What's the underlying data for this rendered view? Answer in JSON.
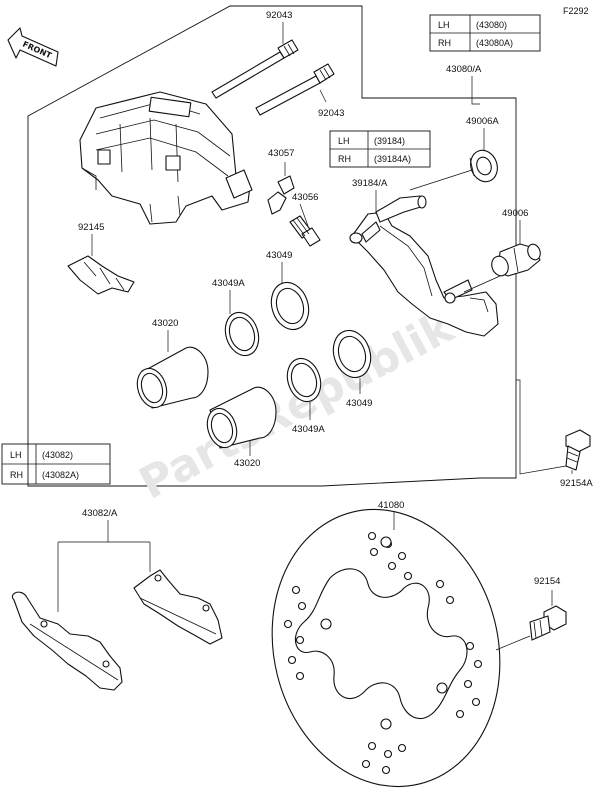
{
  "figure_code": "F2292",
  "front_marker": "FRONT",
  "watermark": "PartsRepublik",
  "tables": {
    "caliper_assy": [
      {
        "side": "LH",
        "part": "(43080)"
      },
      {
        "side": "RH",
        "part": "(43080A)"
      }
    ],
    "bracket": [
      {
        "side": "LH",
        "part": "(39184)"
      },
      {
        "side": "RH",
        "part": "(39184A)"
      }
    ],
    "pad_assy": [
      {
        "side": "LH",
        "part": "(43082)"
      },
      {
        "side": "RH",
        "part": "(43082A)"
      }
    ]
  },
  "labels": {
    "pin_upper": "92043",
    "pin_lower": "92043",
    "caliper_assy": "43080/A",
    "boot_a": "49006A",
    "boot": "49006",
    "clip": "43057",
    "bleeder": "43056",
    "spring": "92145",
    "bracket": "39184/A",
    "seal_top": "43049",
    "seal_a_top": "43049A",
    "piston_top": "43020",
    "seal_bottom": "43049",
    "seal_a_bottom": "43049A",
    "piston_bottom": "43020",
    "bolt_caliper": "92154A",
    "pad_assy": "43082/A",
    "disc": "41080",
    "bolt_disc": "92154"
  }
}
